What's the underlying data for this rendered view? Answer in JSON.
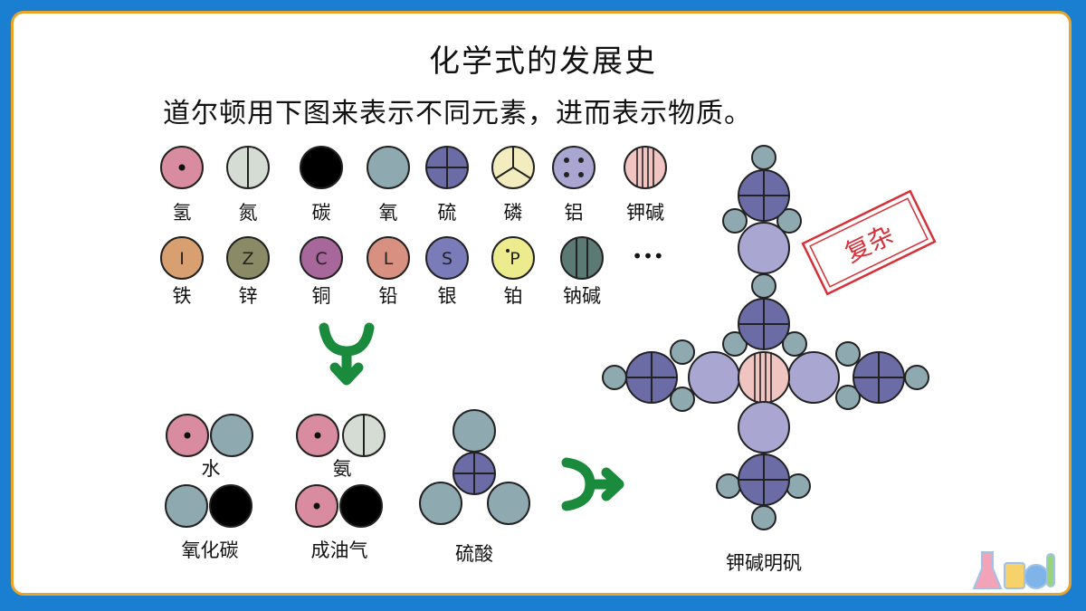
{
  "title": "化学式的发展史",
  "subtitle": "道尔顿用下图来表示不同元素，进而表示物质。",
  "elements_row1": [
    "氢",
    "氮",
    "碳",
    "氧",
    "硫",
    "磷",
    "铝",
    "钾碱"
  ],
  "elements_row2": [
    "铁",
    "锌",
    "铜",
    "铅",
    "银",
    "铂",
    "钠碱"
  ],
  "element_symbols": {
    "iron": "I",
    "zinc": "Z",
    "copper": "C",
    "lead": "L",
    "silver": "S",
    "platinum": "P"
  },
  "ellipsis": "•••",
  "compounds": {
    "water": "水",
    "ammonia": "氨",
    "carbon_oxide": "氧化碳",
    "olefiant_gas": "成油气",
    "sulfuric_acid": "硫酸",
    "alum": "钾碱明矾"
  },
  "stamp": "复杂",
  "colors": {
    "frame_blue": "#1a7fd0",
    "frame_border": "#e8a52a",
    "hydrogen": "#d98ba0",
    "nitrogen": "#d4dcd4",
    "carbon": "#000000",
    "oxygen": "#8fa9b0",
    "sulfur": "#6b6ca6",
    "phosphorus": "#f2ecbe",
    "aluminum": "#a9a6d2",
    "potash": "#f0c4c0",
    "iron": "#d8a070",
    "zinc": "#8a8a66",
    "copper": "#a8679a",
    "lead": "#d89080",
    "silver": "#7a7cba",
    "platinum": "#ecec8e",
    "soda": "#5c7a74",
    "arrow_green": "#1a8a3c",
    "stamp_red": "#d83038"
  }
}
